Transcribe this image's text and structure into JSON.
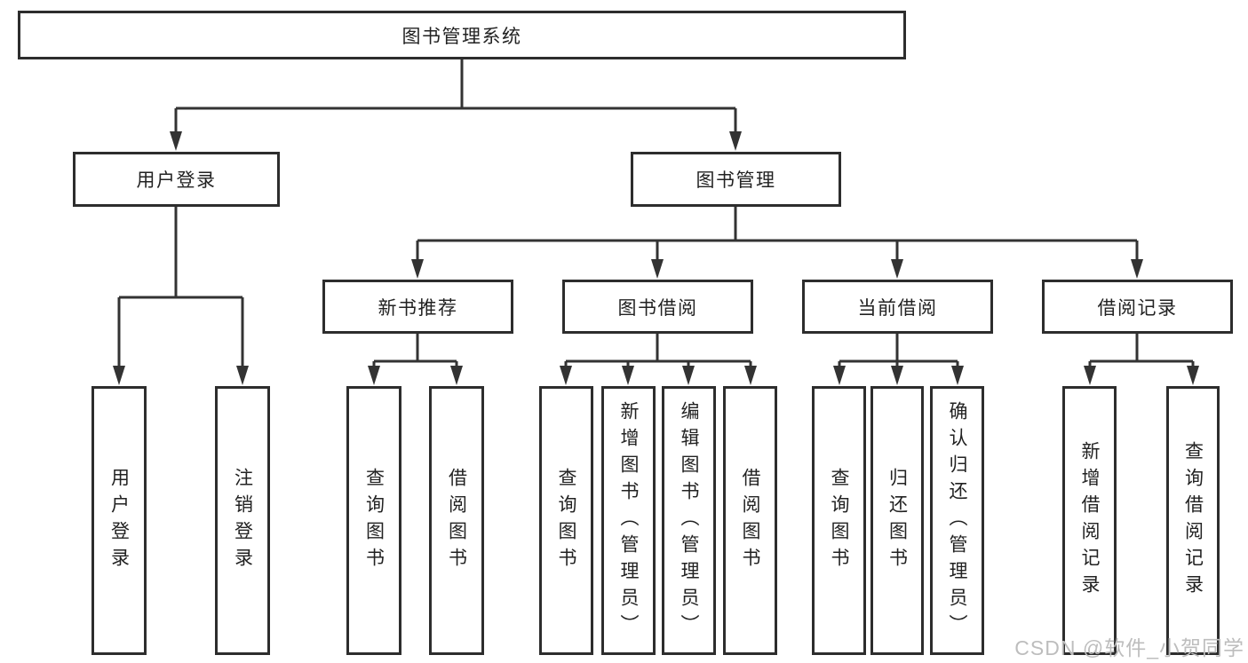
{
  "diagram": {
    "title": "图书管理系统",
    "root": {
      "label": "图书管理系统"
    },
    "children": [
      {
        "label": "用户登录",
        "children": [
          {
            "label": "用户登录"
          },
          {
            "label": "注销登录"
          }
        ]
      },
      {
        "label": "图书管理",
        "children": [
          {
            "label": "新书推荐",
            "children": [
              {
                "label": "查询图书"
              },
              {
                "label": "借阅图书"
              }
            ]
          },
          {
            "label": "图书借阅",
            "children": [
              {
                "label": "查询图书"
              },
              {
                "label": "新增图书（管理员）"
              },
              {
                "label": "编辑图书（管理员）"
              },
              {
                "label": "借阅图书"
              }
            ]
          },
          {
            "label": "当前借阅",
            "children": [
              {
                "label": "查询图书"
              },
              {
                "label": "归还图书"
              },
              {
                "label": "确认归还（管理员）"
              }
            ]
          },
          {
            "label": "借阅记录",
            "children": [
              {
                "label": "新增借阅记录"
              },
              {
                "label": "查询借阅记录"
              }
            ]
          }
        ]
      }
    ]
  },
  "watermark": {
    "text": "CSDN @软件_小贺同学"
  },
  "colors": {
    "line": "#333333",
    "box_border": "#2d2d2d",
    "text": "#222222",
    "background": "#ffffff",
    "watermark": "#bdbdbd"
  }
}
